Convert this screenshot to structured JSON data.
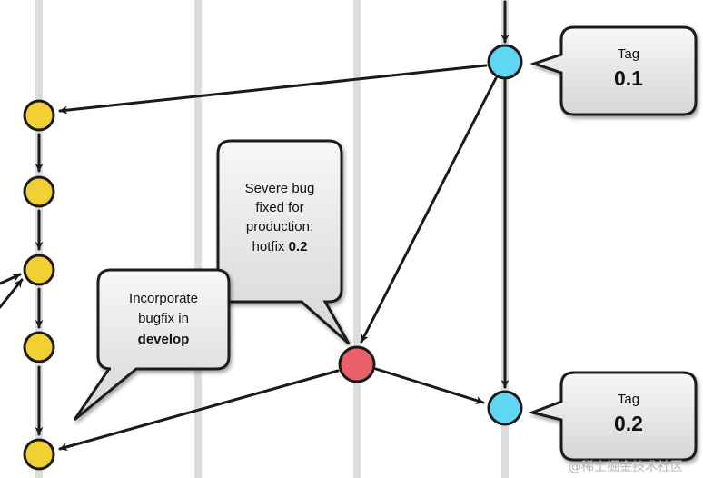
{
  "colors": {
    "lane": "#dcdcdc",
    "commit_develop": "#f2d033",
    "commit_master": "#5fd6f2",
    "commit_hotfix": "#e8606a",
    "arrow": "#1a1a1a",
    "bubble": "#e9e9e9"
  },
  "callouts": {
    "tag_top": {
      "line1": "Tag",
      "line2": "0.1"
    },
    "tag_bottom": {
      "line1": "Tag",
      "line2": "0.2"
    },
    "hotfix": {
      "line1": "Severe bug",
      "line2": "fixed for",
      "line3": "production:",
      "line4_prefix": "hotfix ",
      "line4_bold": "0.2"
    },
    "develop": {
      "line1": "Incorporate",
      "line2": "bugfix in",
      "line3_bold": "develop"
    }
  },
  "watermark": "@稀土掘金技术社区"
}
